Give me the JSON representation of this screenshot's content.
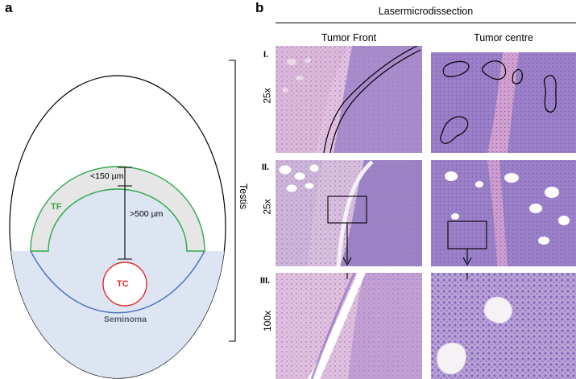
{
  "panel_a": {
    "letter": "a",
    "tf_label": "TF",
    "tc_label": "TC",
    "seminoma_label": "Seminoma",
    "dim_small": "<150 µm",
    "dim_large": ">500 µm",
    "testis_label": "Testis",
    "colors": {
      "tf": "#2eaa4a",
      "tc": "#e32b2b",
      "seminoma_fill": "#dde5f2",
      "seminoma_edge": "#4a6fc4",
      "tf_fill": "#e6e6e6"
    }
  },
  "panel_b": {
    "letter": "b",
    "title": "Lasermicrodissection",
    "col_headers": [
      "Tumor Front",
      "Tumor centre"
    ],
    "rows": [
      {
        "label": "I.",
        "magnification": "25x"
      },
      {
        "label": "II.",
        "magnification": "25x"
      },
      {
        "label": "III.",
        "magnification": "100x"
      }
    ],
    "colors": {
      "he_pink": "#d9a6d0",
      "he_purple": "#8a6cbf",
      "stroma": "#e9c7e2"
    }
  }
}
